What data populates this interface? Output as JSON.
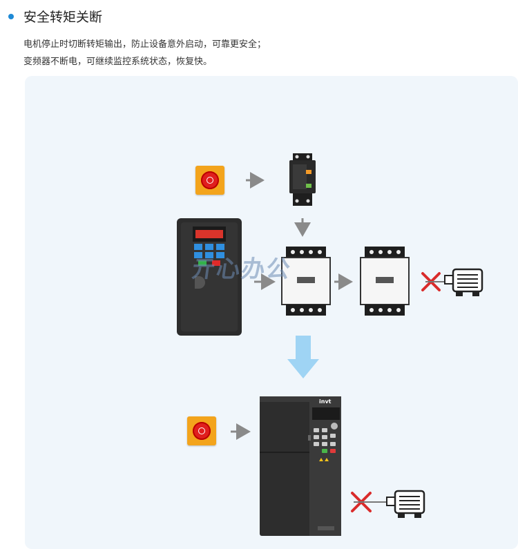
{
  "header": {
    "title": "安全转矩关断",
    "line1": "电机停止时切断转矩输出，防止设备意外启动，可靠更安全；",
    "line2": "变频器不断电，可继续监控系统状态，恢复快。"
  },
  "watermark": "亓心办公",
  "drive_brand": "invt",
  "colors": {
    "accent": "#1e8ad6",
    "estop_body": "#f3a41c",
    "estop_button": "#e01e1e",
    "down_arrow": "#9fd4f4",
    "cross": "#d92b2b",
    "panel_bg": "#f0f6fb"
  },
  "icons": [
    "emergency-stop-icon",
    "safety-relay-icon",
    "contactor-icon",
    "motor-icon",
    "cross-icon",
    "arrow-icon",
    "inverter-icon"
  ]
}
